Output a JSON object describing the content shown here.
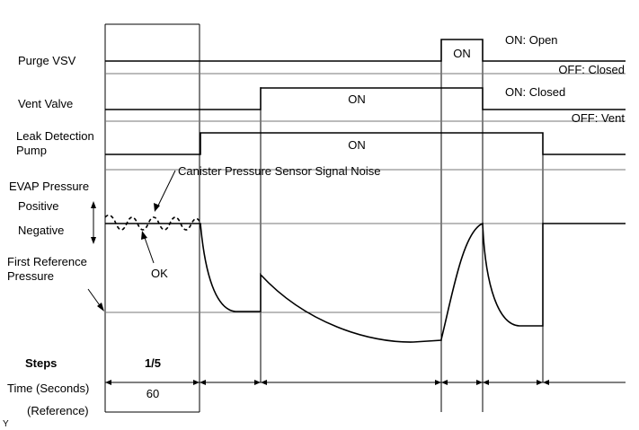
{
  "signals": {
    "purge_vsv": {
      "label": "Purge VSV",
      "pulse_label": "ON",
      "on_state": "ON: Open",
      "off_state": "OFF: Closed"
    },
    "vent_valve": {
      "label": "Vent Valve",
      "pulse_label": "ON",
      "on_state": "ON: Closed",
      "off_state": "OFF: Vent"
    },
    "leak_detection_pump": {
      "label_line1": "Leak Detection",
      "label_line2": "Pump",
      "pulse_label": "ON"
    }
  },
  "evap": {
    "label": "EVAP Pressure",
    "positive": "Positive",
    "negative": "Negative",
    "first_ref_line1": "First Reference",
    "first_ref_line2": "Pressure",
    "noise_note": "Canister Pressure Sensor Signal Noise",
    "ok_note": "OK"
  },
  "table": {
    "steps_label": "Steps",
    "steps_value": "1/5",
    "time_label": "Time (Seconds)",
    "time_value": "60",
    "reference_label": "(Reference)"
  },
  "corner_mark": "Y"
}
